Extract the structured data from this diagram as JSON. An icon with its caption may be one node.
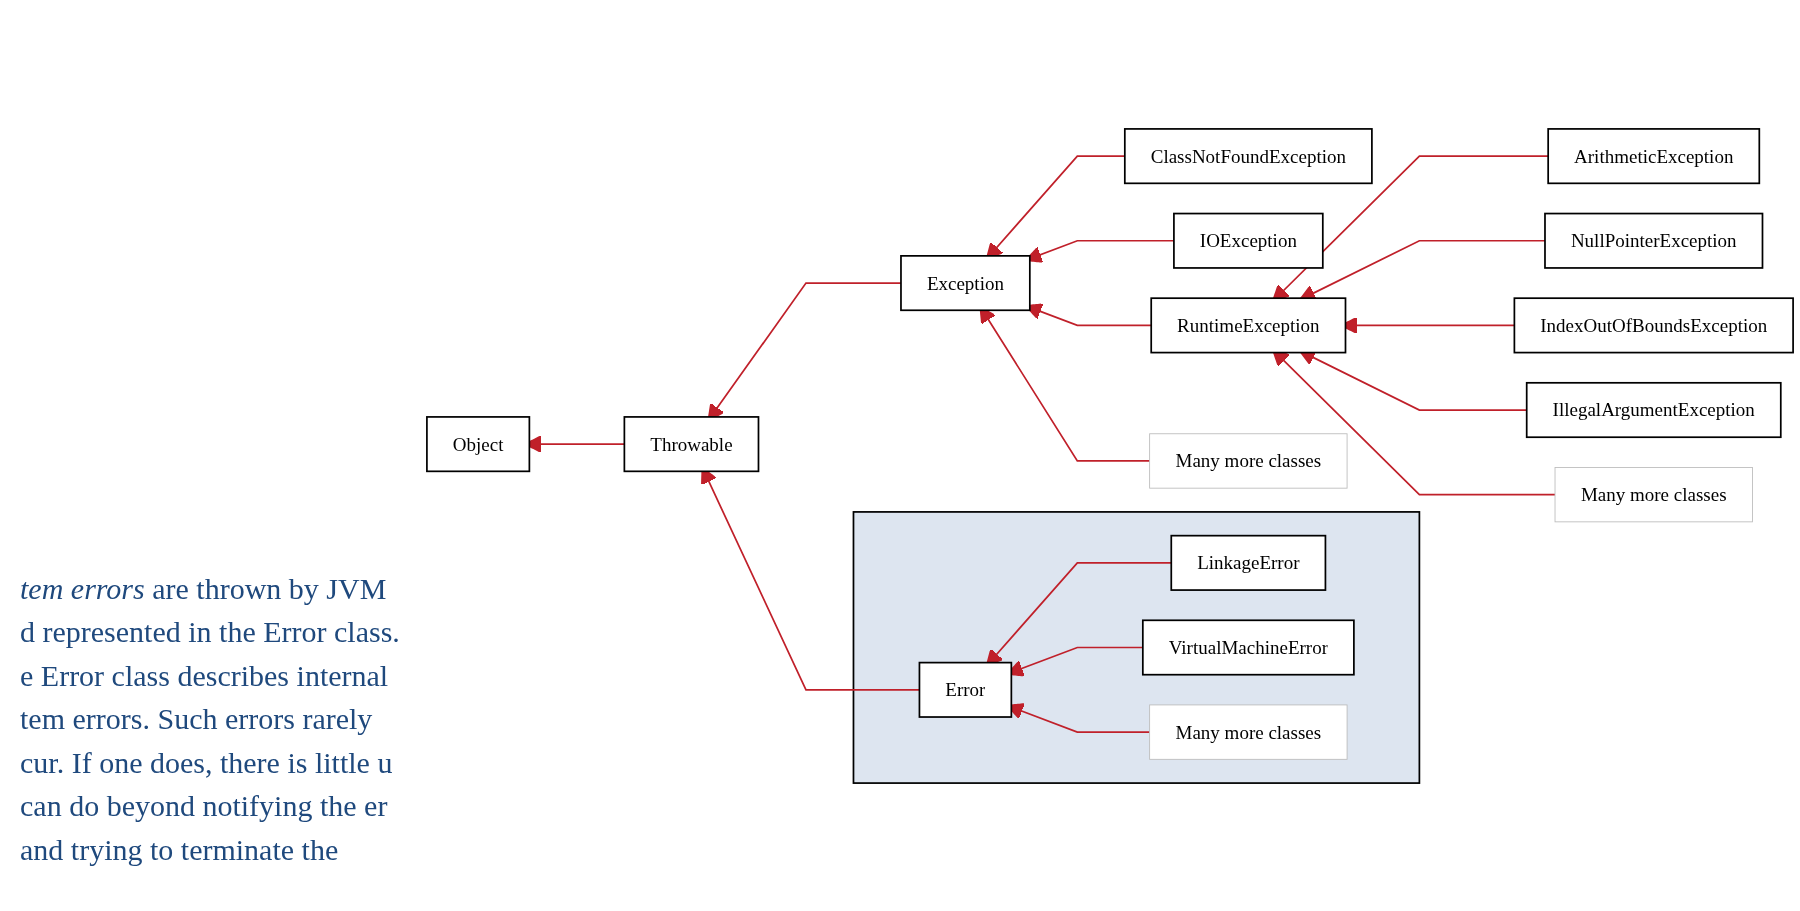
{
  "diagram": {
    "nodes": [
      {
        "text": [
          "Object"
        ]
      },
      {
        "text": [
          "Throwable"
        ]
      },
      {
        "text": [
          "Exception"
        ]
      },
      {
        "text": [
          "ClassNotFoundException"
        ]
      },
      {
        "text": [
          "IOException"
        ]
      },
      {
        "text": [
          "RuntimeException"
        ]
      },
      {
        "text": [
          "Many more classes"
        ]
      },
      {
        "text": [
          "ArithmeticException"
        ]
      },
      {
        "text": [
          "NullPointerException"
        ]
      },
      {
        "text": [
          "IndexOutOfBoundsException"
        ]
      },
      {
        "text": [
          "IllegalArgumentException"
        ]
      },
      {
        "text": [
          "Many more classes"
        ]
      },
      {
        "text": [],
        "shape": "box"
      },
      {
        "text": [
          "Error"
        ],
        "in": 12
      },
      {
        "text": [
          "LinkageError"
        ],
        "in": 12
      },
      {
        "text": [
          "VirtualMachineError"
        ],
        "in": 12
      },
      {
        "text": [
          "Many more classes"
        ],
        "in": 12
      }
    ],
    "edges": [
      {
        "from": 1,
        "to": 0,
        "arrow": "to"
      },
      {
        "from": 2,
        "to": 1,
        "arrow": "to"
      },
      {
        "from": 13,
        "to": 1,
        "arrow": "to"
      },
      {
        "from": 3,
        "to": 2,
        "arrow": "to"
      },
      {
        "from": 4,
        "to": 2,
        "arrow": "to"
      },
      {
        "from": 5,
        "to": 2,
        "arrow": "to"
      },
      {
        "from": 6,
        "to": 2,
        "arrow": "to"
      },
      {
        "from": 7,
        "to": 5,
        "arrow": "to"
      },
      {
        "from": 8,
        "to": 5,
        "arrow": "to"
      },
      {
        "from": 9,
        "to": 5,
        "arrow": "to"
      },
      {
        "from": 10,
        "to": 5,
        "arrow": "to"
      },
      {
        "from": 11,
        "to": 5,
        "arrow": "to"
      },
      {
        "from": 14,
        "to": 13,
        "arrow": "to"
      },
      {
        "from": 15,
        "to": 13,
        "arrow": "to"
      },
      {
        "from": 16,
        "to": 13,
        "arrow": "to"
      }
    ],
    "labels": [
      "*tem errors* are thrown by JVM d represented in the Error class. e Error class describes internal tem errors. Such errors rarely cur. If one does, there is little u can do beyond notifying the er and trying to terminate the"
    ]
  }
}
